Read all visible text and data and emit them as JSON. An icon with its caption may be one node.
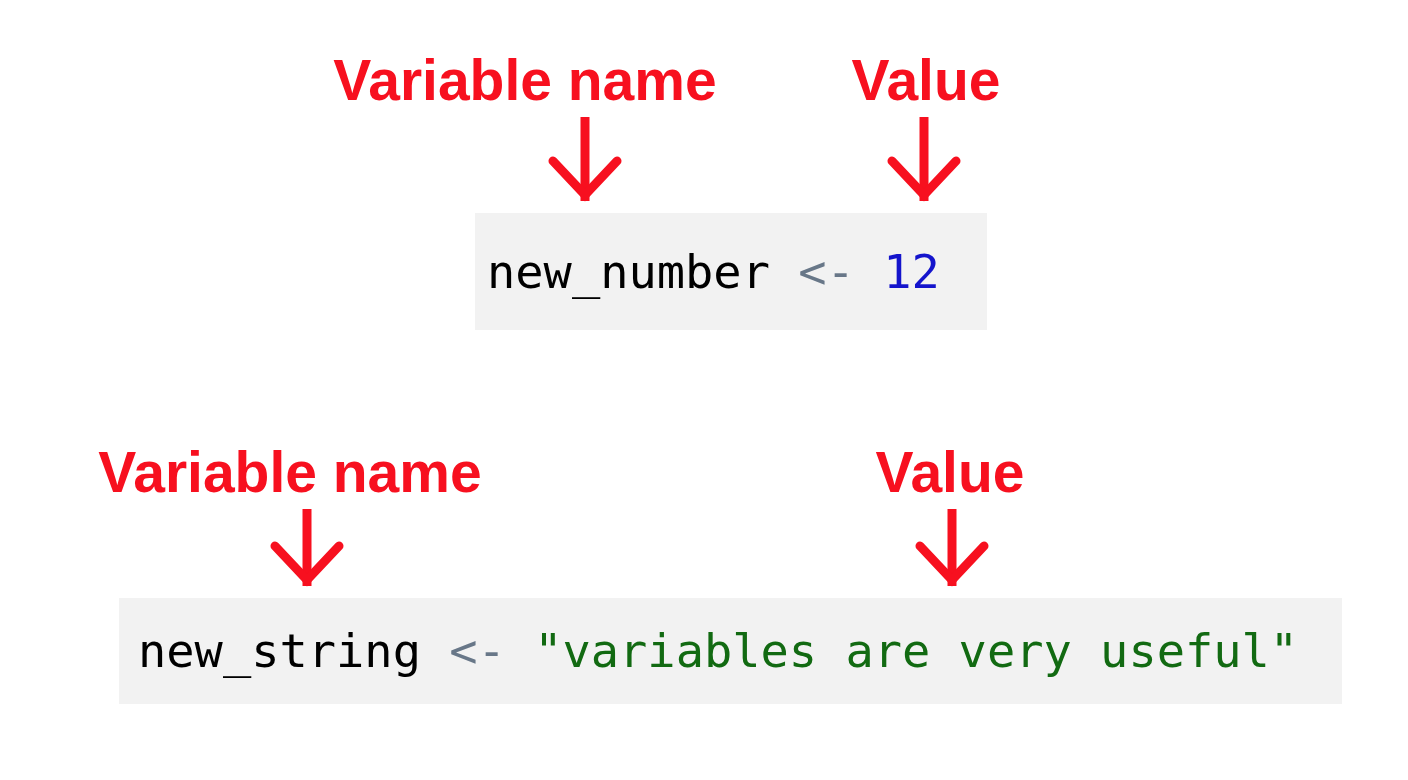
{
  "diagram": {
    "nodes": [
      {
        "text": [
          "Variable name"
        ]
      },
      {
        "text": [
          "Value"
        ]
      },
      {
        "text": [
          "new_number",
          "<-",
          "12"
        ]
      },
      {
        "text": [
          "Variable name"
        ]
      },
      {
        "text": [
          "Value"
        ]
      },
      {
        "text": [
          "new_string",
          "<-",
          "\"variables are very useful\""
        ]
      }
    ],
    "edges": [
      {
        "from": 0,
        "to": 2,
        "arrow": "to"
      },
      {
        "from": 1,
        "to": 2,
        "arrow": "to"
      },
      {
        "from": 3,
        "to": 5,
        "arrow": "to"
      },
      {
        "from": 4,
        "to": 5,
        "arrow": "to"
      }
    ]
  }
}
